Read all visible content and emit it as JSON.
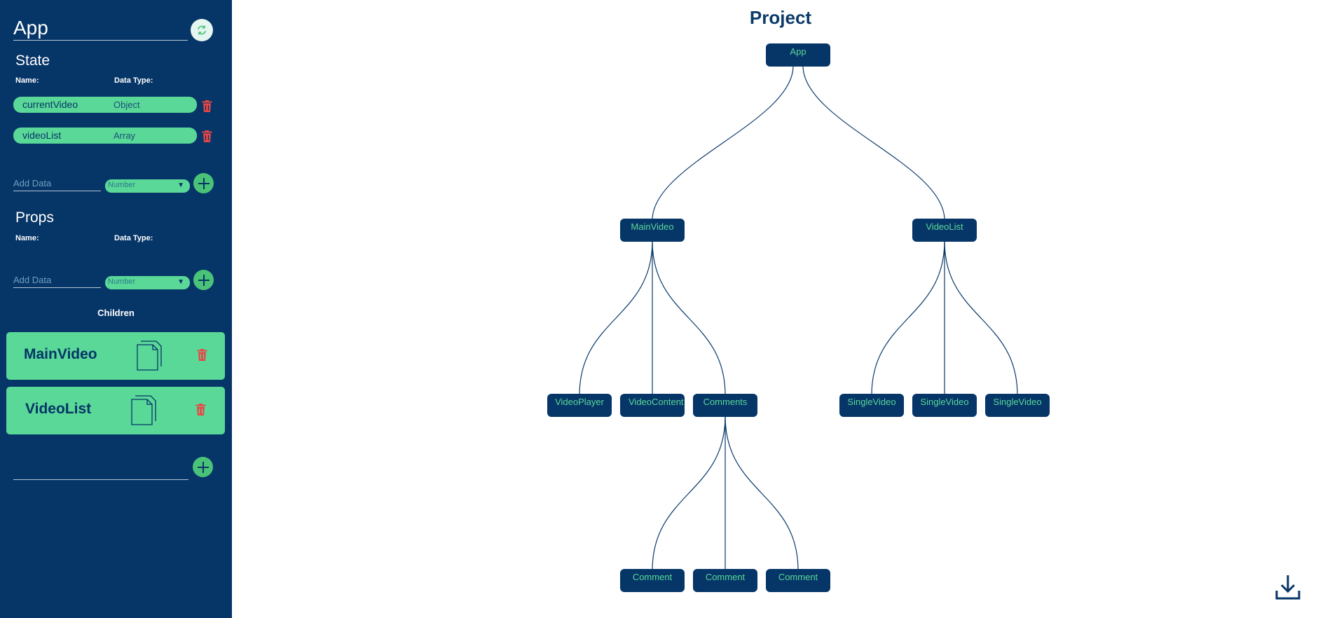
{
  "sidebar": {
    "component_name": "App",
    "state": {
      "title": "State",
      "name_header": "Name:",
      "type_header": "Data Type:",
      "rows": [
        {
          "name": "currentVideo",
          "type": "Object"
        },
        {
          "name": "videoList",
          "type": "Array"
        }
      ],
      "add_placeholder": "Add Data",
      "add_type": "Number"
    },
    "props": {
      "title": "Props",
      "name_header": "Name:",
      "type_header": "Data Type:",
      "add_placeholder": "Add Data",
      "add_type": "Number"
    },
    "children": {
      "title": "Children",
      "items": [
        {
          "name": "MainVideo"
        },
        {
          "name": "VideoList"
        }
      ]
    }
  },
  "tree": {
    "title": "Project",
    "nodes": {
      "app": "App",
      "main_video": "MainVideo",
      "video_list": "VideoList",
      "video_player": "VideoPlayer",
      "video_content": "VideoContent",
      "comments": "Comments",
      "single_video_1": "SingleVideo",
      "single_video_2": "SingleVideo",
      "single_video_3": "SingleVideo",
      "comment_1": "Comment",
      "comment_2": "Comment",
      "comment_3": "Comment"
    }
  },
  "colors": {
    "sidebar_bg": "#063567",
    "accent_green": "#5ad898",
    "plus_green": "#4ac379",
    "delete_red": "#e84646",
    "node_bg": "#063567"
  },
  "icons": {
    "refresh": "refresh-icon",
    "delete": "trash-icon",
    "add": "plus-icon",
    "copy": "copy-icon",
    "download": "download-icon"
  }
}
